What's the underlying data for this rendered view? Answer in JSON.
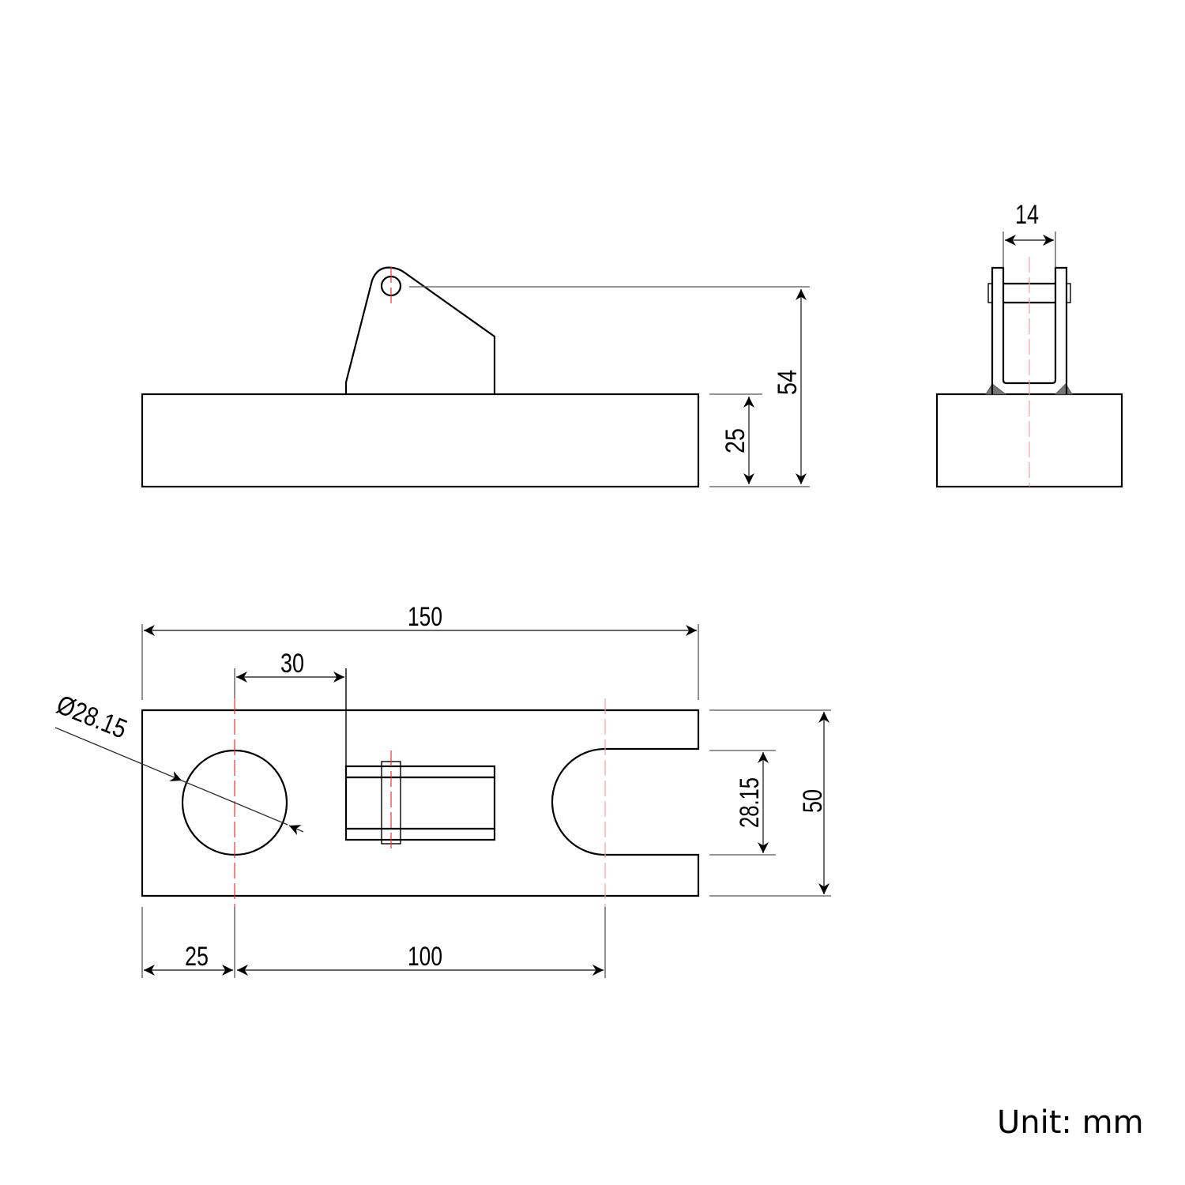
{
  "drawing": {
    "unit_label": "Unit: mm",
    "views": [
      "side-view",
      "end-view",
      "top-view"
    ],
    "colors": {
      "outline": "#000000",
      "centerline": "#e33333",
      "weld": "#777777"
    }
  },
  "dimensions": {
    "side_height_total": "54",
    "side_height_base": "25",
    "end_width_lug": "14",
    "top_length": "150",
    "top_lug_offset": "30",
    "hole_diameter": "Ø28.15",
    "slot_width": "28.15",
    "top_width": "50",
    "hole_from_edge": "25",
    "hole_to_slot": "100"
  }
}
